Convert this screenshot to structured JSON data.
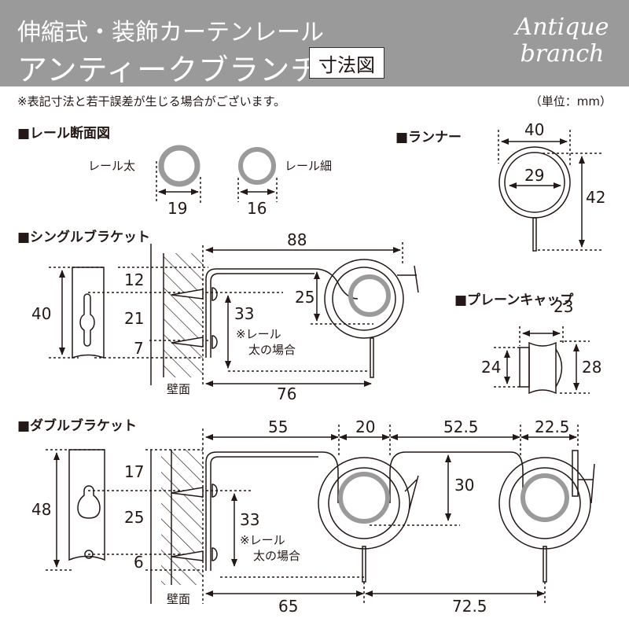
{
  "header": {
    "line1": "伸縮式・装飾カーテンレール",
    "line2": "アンティークブランチ",
    "badge": "寸法図",
    "logo_line1": "Antique",
    "logo_line2": "branch"
  },
  "note": "※表記寸法と若干誤差が生じる場合がございます。",
  "unit": "（単位：mm）",
  "colors": {
    "header_bg": "#9a9a9a",
    "ink": "#231815",
    "rail_gray": "#9a9a9a"
  },
  "sections": {
    "rail_section": {
      "title": "■レール断面図",
      "thick_label": "レール太",
      "thin_label": "レール細",
      "thick_dim": "19",
      "thin_dim": "16"
    },
    "runner": {
      "title": "■ランナー",
      "outer": "40",
      "inner": "29",
      "height": "42"
    },
    "single_bracket": {
      "title": "■シングルブラケット",
      "plate_height": "40",
      "d12": "12",
      "d21": "21",
      "d7": "7",
      "width_top": "88",
      "width_bottom": "76",
      "drop": "25",
      "rail_drop": "33",
      "rail_note_1": "※レール",
      "rail_note_2": "太の場合",
      "wall": "壁面"
    },
    "plain_cap": {
      "title": "■プレーンキャップ",
      "width": "23",
      "h_left": "24",
      "h_right": "28"
    },
    "double_bracket": {
      "title": "■ダブルブラケット",
      "plate_height": "48",
      "d17": "17",
      "d25": "25",
      "d6": "6",
      "w55": "55",
      "w20": "20",
      "w52_5": "52.5",
      "w22_5": "22.5",
      "w65": "65",
      "w72_5": "72.5",
      "drop": "30",
      "rail_drop": "33",
      "rail_note_1": "※レール",
      "rail_note_2": "太の場合",
      "wall": "壁面"
    }
  }
}
